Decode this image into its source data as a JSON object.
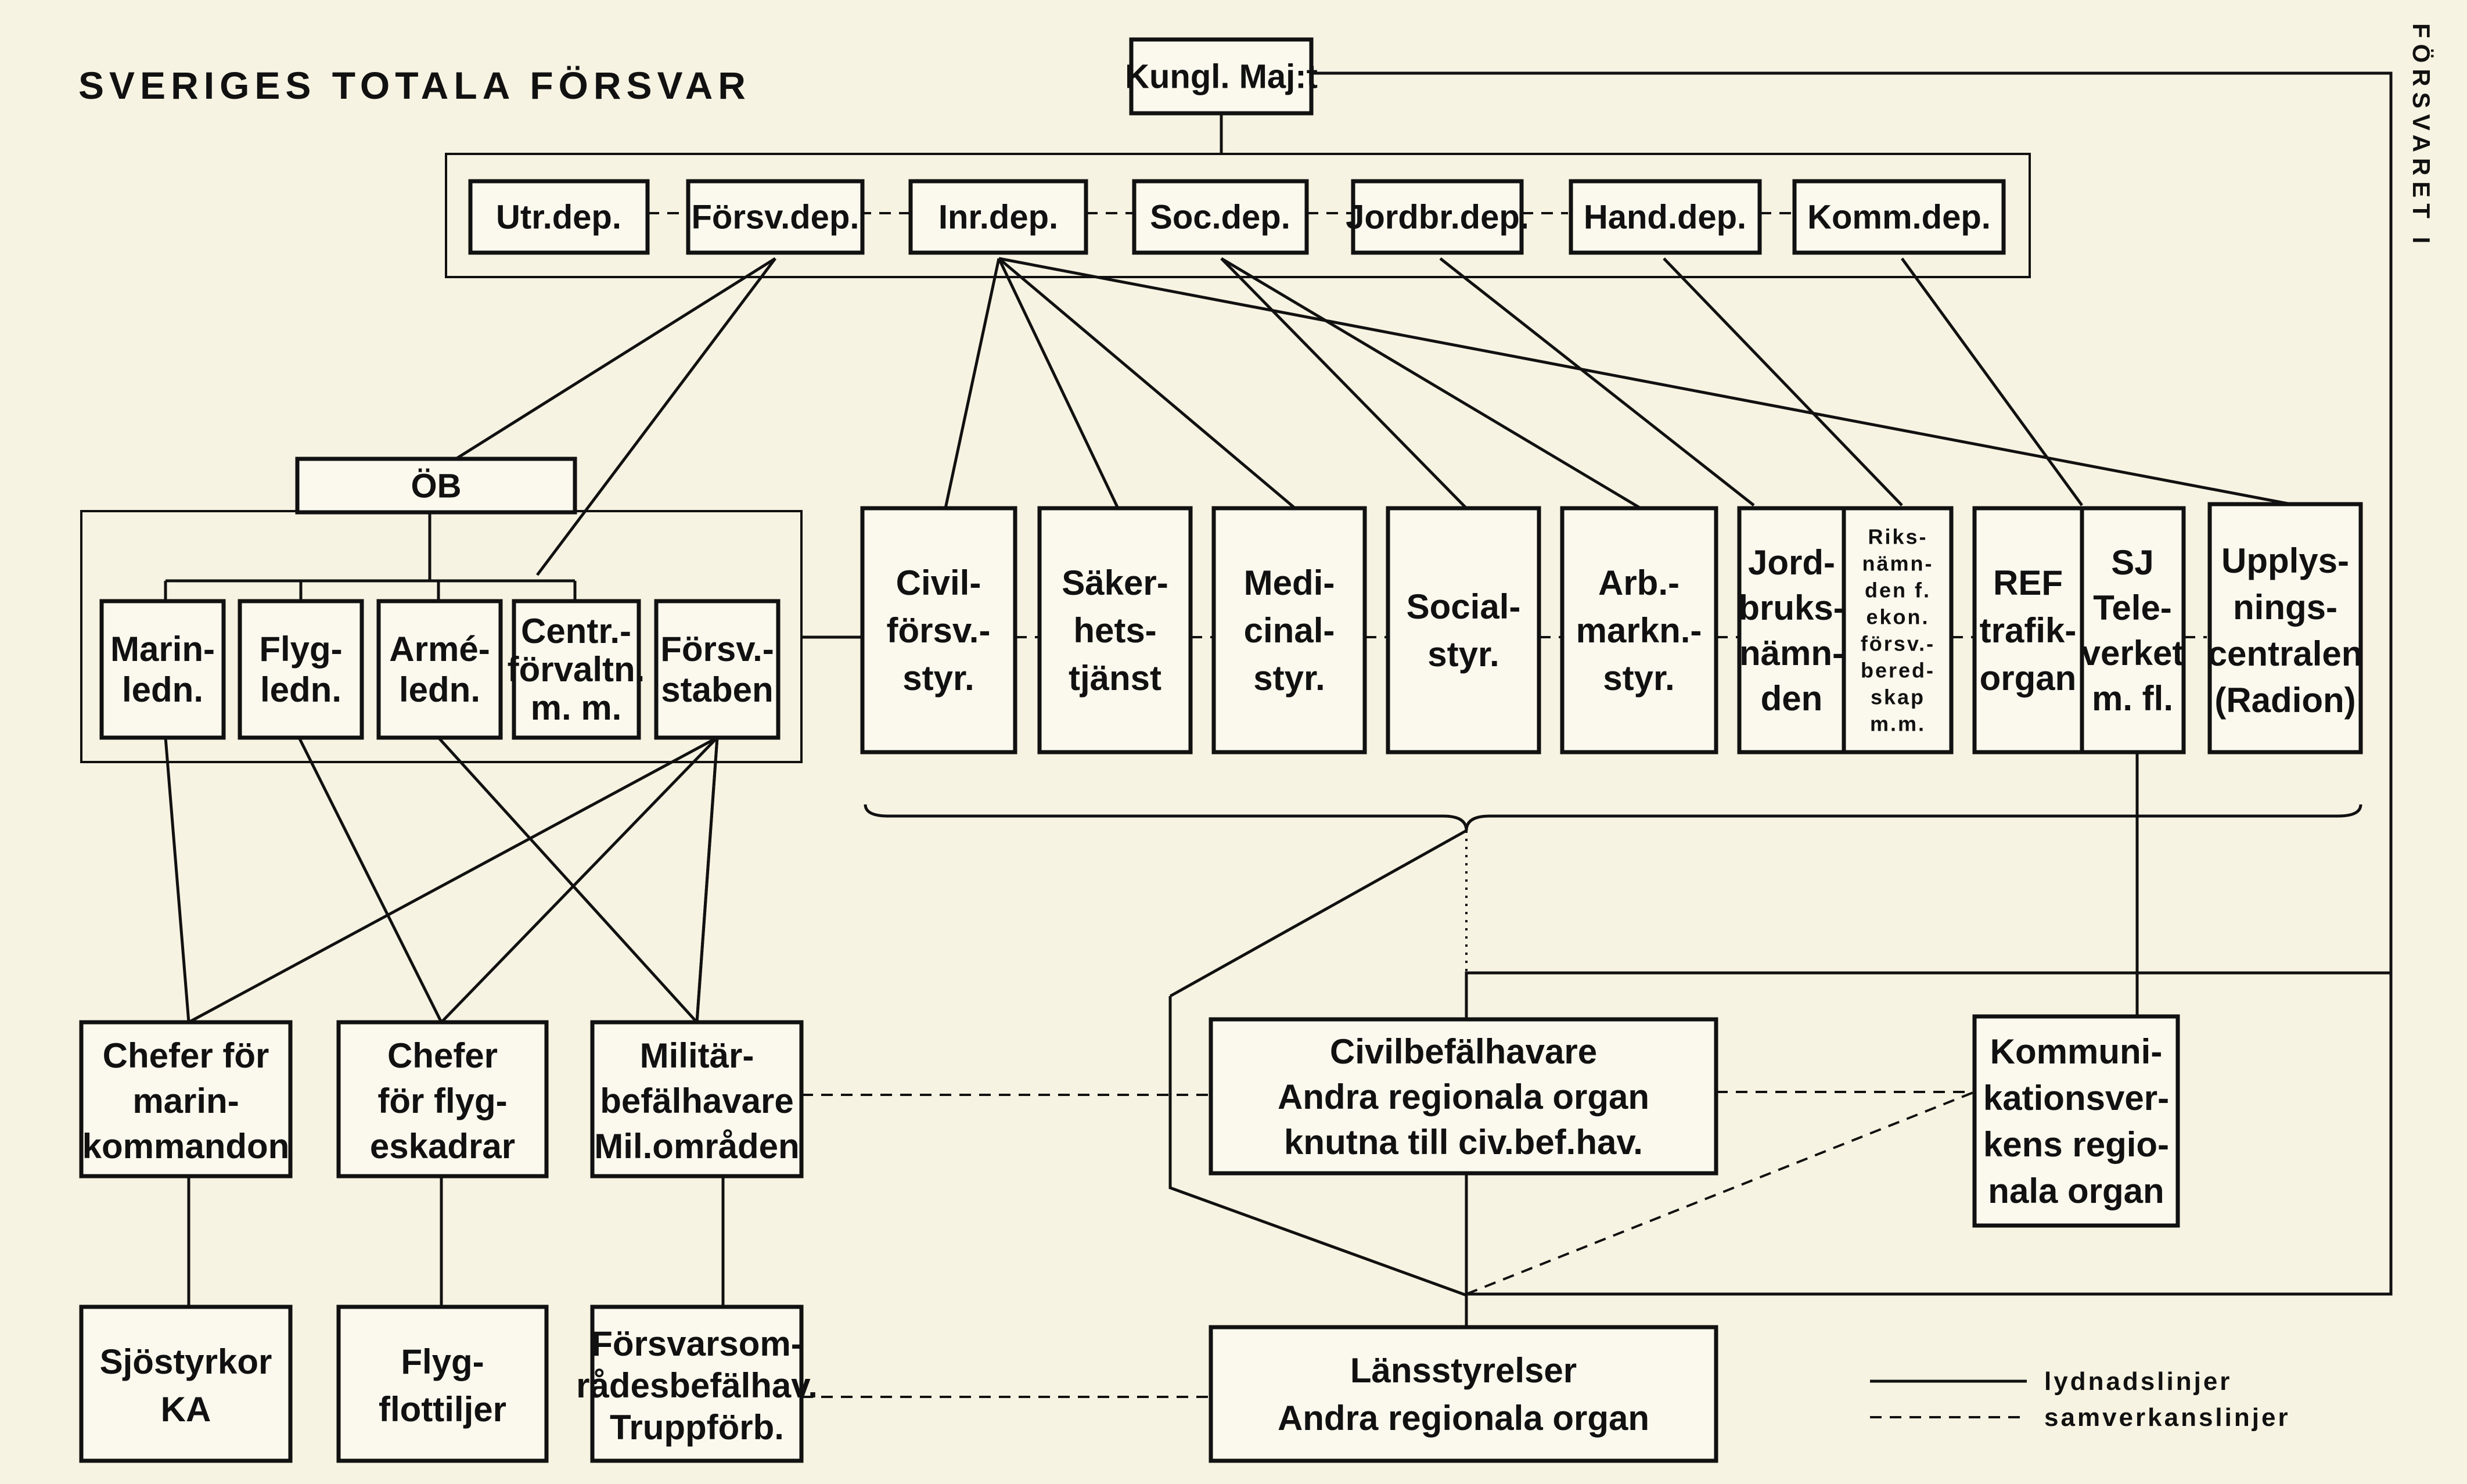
{
  "title": "SVERIGES TOTALA FÖRSVAR",
  "side_label": "FÖRSVARET I",
  "nodes": {
    "kungl": [
      "Kungl. Maj:t"
    ],
    "utr": [
      "Utr.dep."
    ],
    "forsv_dep": [
      "Försv.dep."
    ],
    "inr": [
      "Inr.dep."
    ],
    "soc": [
      "Soc.dep."
    ],
    "jordbr": [
      "Jordbr.dep."
    ],
    "hand": [
      "Hand.dep."
    ],
    "komm": [
      "Komm.dep."
    ],
    "ob": [
      "ÖB"
    ],
    "marin": [
      "Marin-",
      "ledn."
    ],
    "flyg": [
      "Flyg-",
      "ledn."
    ],
    "arme": [
      "Armé-",
      "ledn."
    ],
    "centr": [
      "Centr.-",
      "förvaltn.",
      "m. m."
    ],
    "forsvstaben": [
      "Försv.-",
      "staben"
    ],
    "civil": [
      "Civil-",
      "försv.-",
      "styr."
    ],
    "saker": [
      "Säker-",
      "hets-",
      "tjänst"
    ],
    "medi": [
      "Medi-",
      "cinal-",
      "styr."
    ],
    "social": [
      "Social-",
      "styr."
    ],
    "arb": [
      "Arb.-",
      "markn.-",
      "styr."
    ],
    "jordbruk": [
      "Jord-",
      "bruks-",
      "nämn-",
      "den"
    ],
    "riks": [
      "Riks-",
      "nämn-",
      "den f.",
      "ekon.",
      "försv.-",
      "bered-",
      "skap",
      "m.m."
    ],
    "ref": [
      "REF",
      "trafik-",
      "organ"
    ],
    "sj": [
      "SJ",
      "Tele-",
      "verket",
      "m. fl."
    ],
    "upplys": [
      "Upplys-",
      "nings-",
      "centralen",
      "(Radion)"
    ],
    "chef_marin": [
      "Chefer för",
      "marin-",
      "kommandon"
    ],
    "chef_flyg": [
      "Chefer",
      "för flyg-",
      "eskadrar"
    ],
    "militar": [
      "Militär-",
      "befälhavare",
      "Mil.områden"
    ],
    "civilbef": [
      "Civilbefälhavare",
      "Andra regionala organ",
      "knutna till civ.bef.hav."
    ],
    "kommuni": [
      "Kommuni-",
      "kationsver-",
      "kens regio-",
      "nala organ"
    ],
    "sjostyrkor": [
      "Sjöstyrkor",
      "KA"
    ],
    "flygflott": [
      "Flyg-",
      "flottiljer"
    ],
    "forsvarsom": [
      "Försvarsom-",
      "rådesbefälhav.",
      "Truppförb."
    ],
    "lans": [
      "Länsstyrelser",
      "Andra regionala organ"
    ]
  },
  "legend": {
    "solid_label": "lydnadslinjer",
    "dashed_label": "samverkanslinjer"
  }
}
